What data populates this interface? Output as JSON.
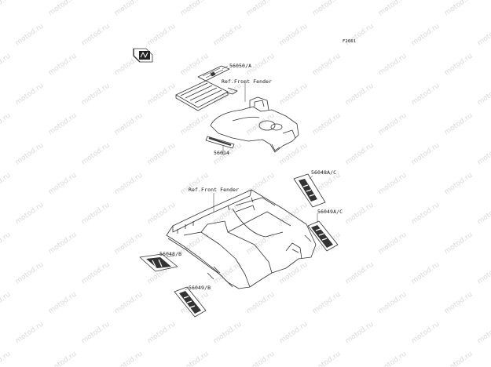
{
  "diagram": {
    "figure_code": "F2661",
    "watermark_text": "motod.ru",
    "labels": {
      "part_56050A": "56050/A",
      "ref_front_fender_upper": "Ref.Front Fender",
      "part_56014": "56014",
      "ref_front_fender_lower": "Ref.Front Fender",
      "part_56048AC": "56048A/C",
      "part_56049AC": "56049A/C",
      "part_56048B": "56048/B",
      "part_56049B": "56049/B"
    },
    "colors": {
      "line": "#333333",
      "watermark": "#d9d9d9",
      "background": "#ffffff"
    },
    "icons": {
      "logo_decal": "kawasaki-logo-icon"
    }
  }
}
